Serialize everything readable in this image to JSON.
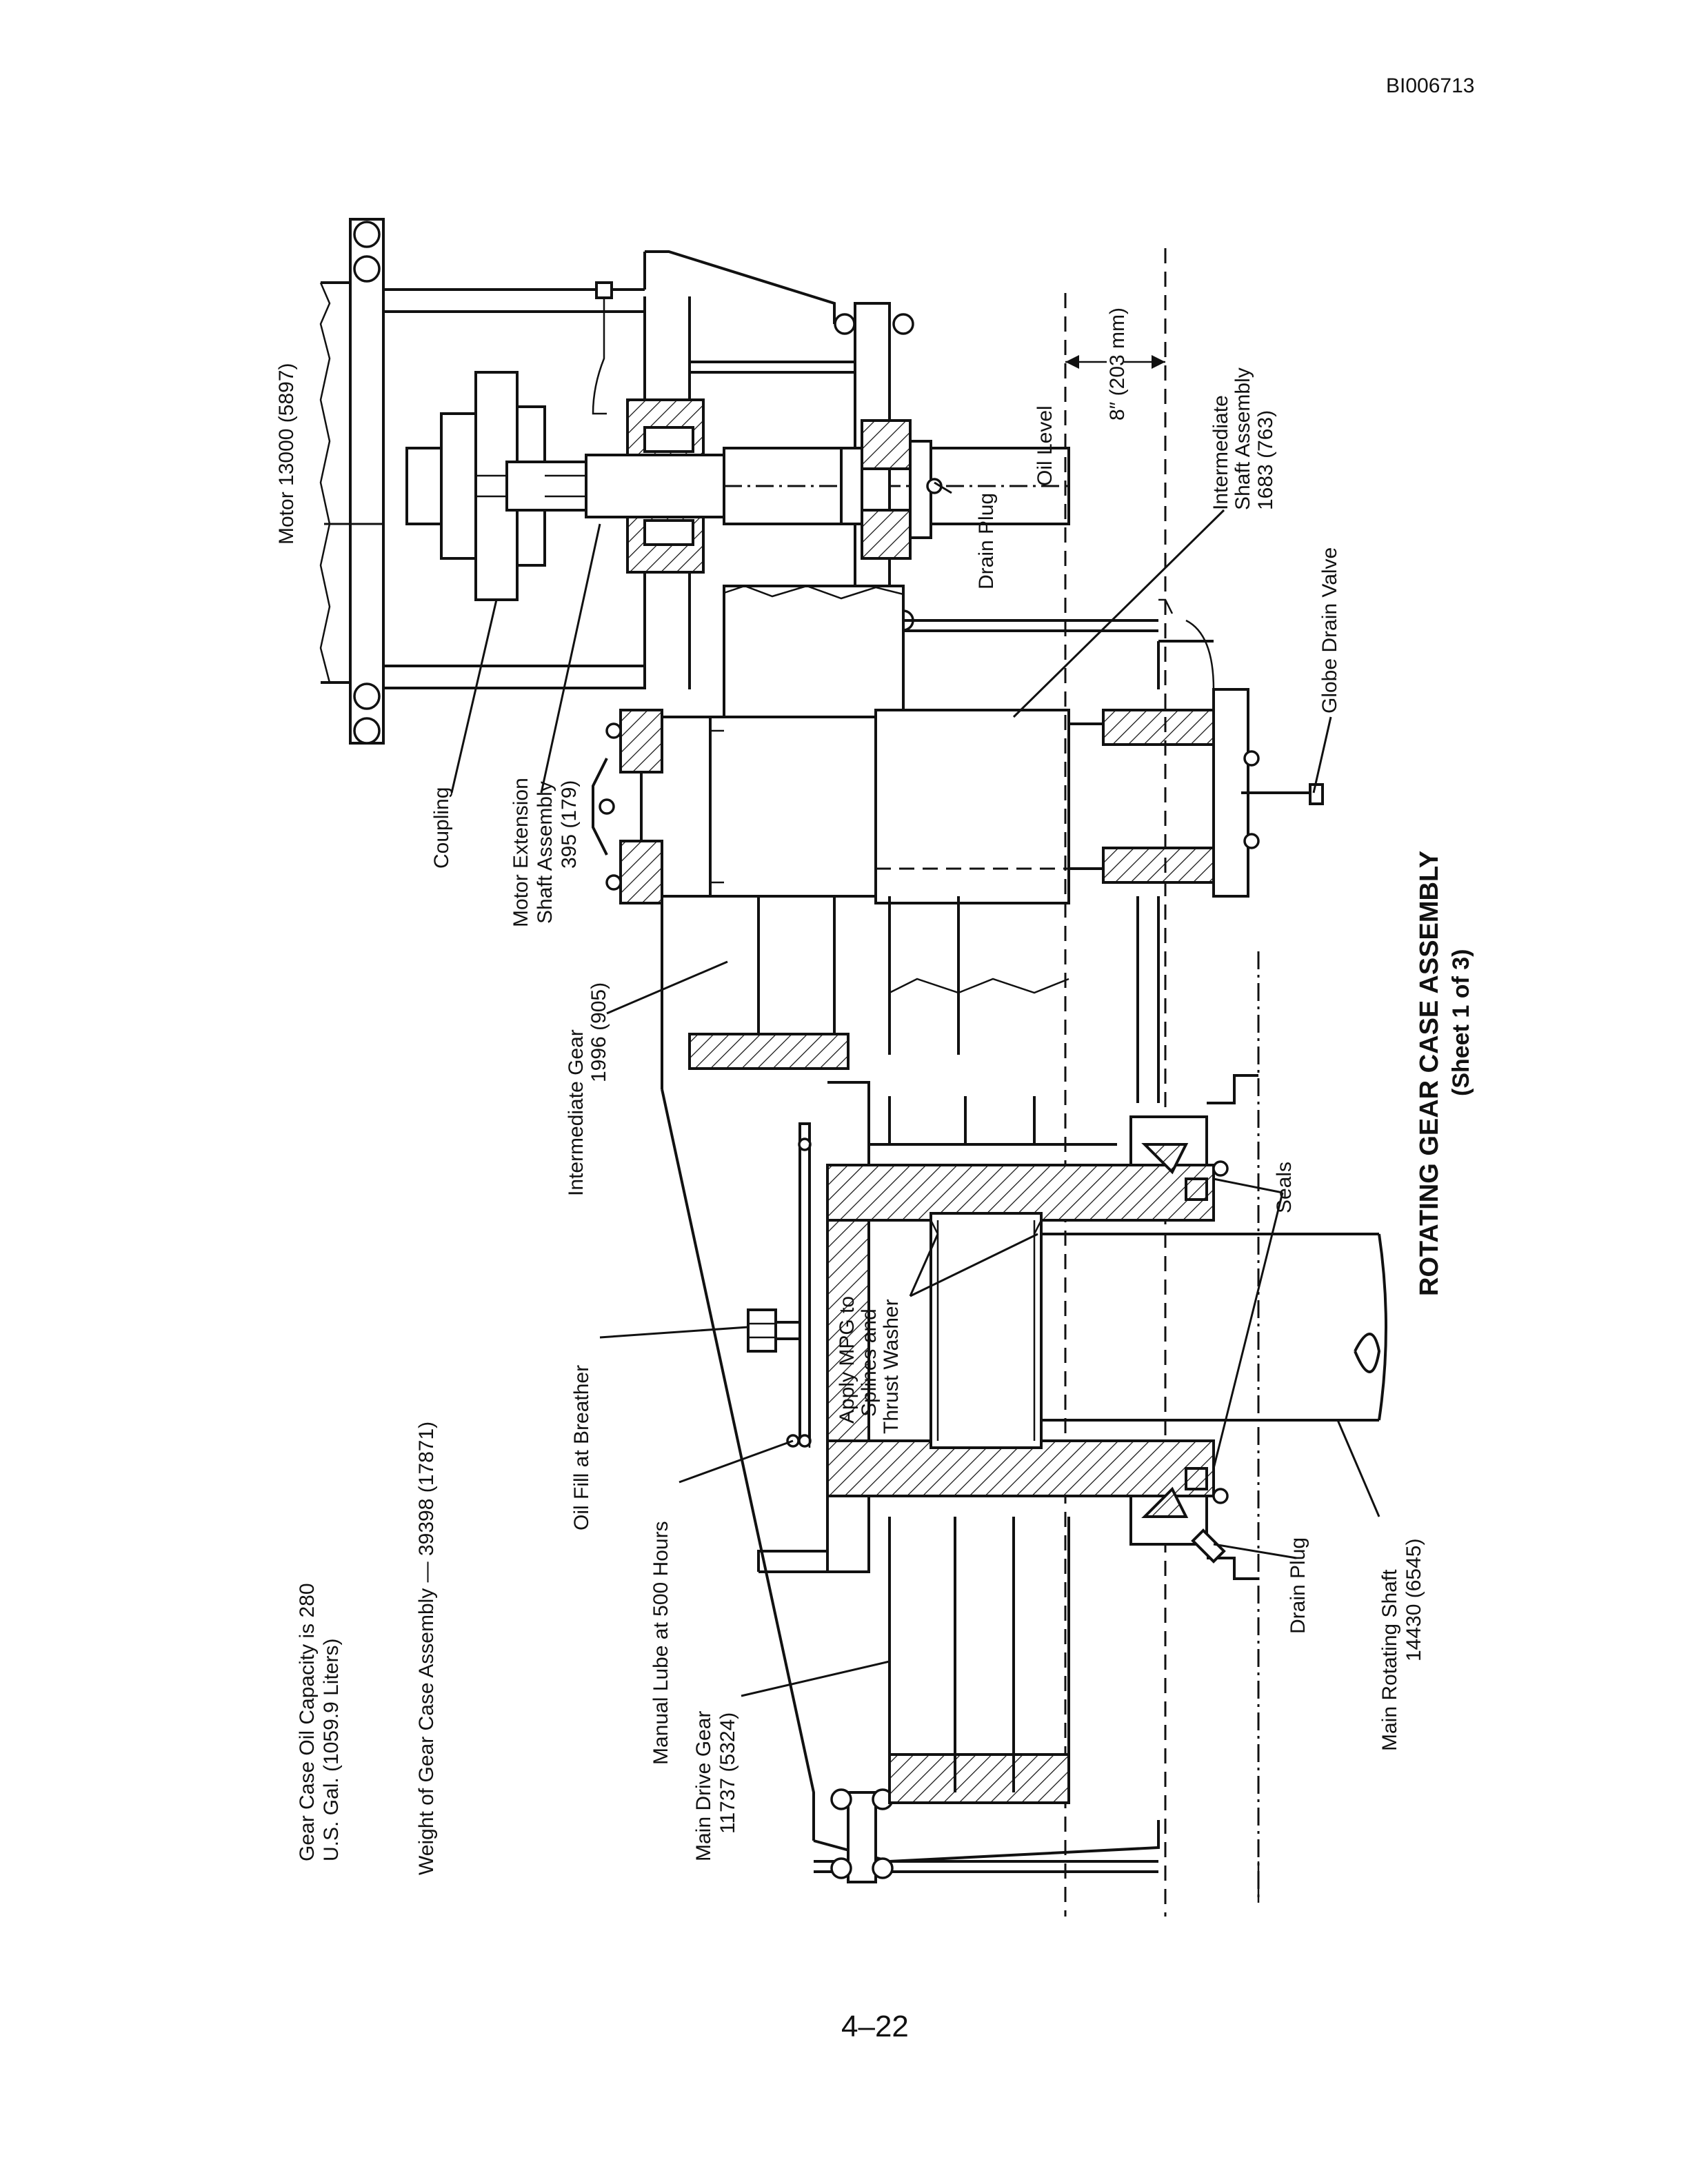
{
  "document": {
    "id": "BI006713",
    "page_number": "4–22"
  },
  "title": {
    "main": "ROTATING GEAR CASE ASSEMBLY",
    "sheet": "(Sheet 1 of 3)"
  },
  "notes": {
    "capacity_line1": "Gear Case Oil Capacity is 280",
    "capacity_line2": "U.S. Gal. (1059.9 Liters)",
    "weight": "Weight of Gear Case Assembly — 39398 (17871)"
  },
  "labels": {
    "motor": "Motor 13000 (5897)",
    "coupling": "Coupling",
    "motor_ext_1": "Motor Extension",
    "motor_ext_2": "Shaft Assembly",
    "motor_ext_3": "395 (179)",
    "int_gear_1": "Intermediate Gear",
    "int_gear_2": "1996 (905)",
    "oil_fill": "Oil Fill at Breather",
    "manual_lube": "Manual Lube at 500 Hours",
    "main_drive_1": "Main Drive Gear",
    "main_drive_2": "11737 (5324)",
    "apply_mpg_1": "Apply MPG to",
    "apply_mpg_2": "Splines and",
    "apply_mpg_3": "Thrust Washer",
    "drain_plug_top": "Drain Plug",
    "oil_level": "Oil Level",
    "dimension": "8″ (203 mm)",
    "int_shaft_1": "Intermediate",
    "int_shaft_2": "Shaft Assembly",
    "int_shaft_3": "1683 (763)",
    "globe_drain": "Globe Drain Valve",
    "seals": "Seals",
    "drain_plug_bottom": "Drain Plug",
    "main_shaft_1": "Main Rotating Shaft",
    "main_shaft_2": "14430 (6545)"
  }
}
